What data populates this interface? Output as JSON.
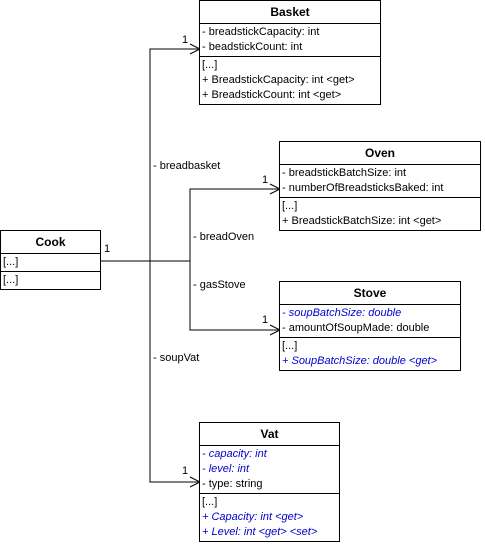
{
  "classes": {
    "cook": {
      "name": "Cook",
      "attributes": [
        "[...]"
      ],
      "operations": [
        "[...]"
      ]
    },
    "basket": {
      "name": "Basket",
      "attributes": [
        "- breadstickCapacity: int",
        "- beadstickCount: int"
      ],
      "operations": [
        "[...]",
        "+ BreadstickCapacity: int <get>",
        "+ BreadstickCount: int <get>"
      ]
    },
    "oven": {
      "name": "Oven",
      "attributes": [
        "- breadstickBatchSize: int",
        "- numberOfBreadsticksBaked: int"
      ],
      "operations": [
        "[...]",
        "+ BreadstickBatchSize: int <get>"
      ]
    },
    "stove": {
      "name": "Stove",
      "attributes": [
        "- soupBatchSize: double",
        "- amountOfSoupMade: double"
      ],
      "operations": [
        "[...]",
        "+ SoupBatchSize: double <get>"
      ]
    },
    "vat": {
      "name": "Vat",
      "attributes": [
        "- capacity: int",
        "- level: int",
        "-  type: string"
      ],
      "operations": [
        "[...]",
        "+ Capacity: int <get>",
        "+ Level: int <get> <set>"
      ]
    }
  },
  "associations": {
    "source_multiplicity": "1",
    "breadbasket": {
      "label": "- breadbasket",
      "multiplicity": "1"
    },
    "breadOven": {
      "label": "- breadOven",
      "multiplicity": "1"
    },
    "gasStove": {
      "label": "- gasStove",
      "multiplicity": "1"
    },
    "soupVat": {
      "label": "- soupVat",
      "multiplicity": "1"
    }
  },
  "colors": {
    "abstract_member": "#0000cc",
    "line": "#000000"
  }
}
